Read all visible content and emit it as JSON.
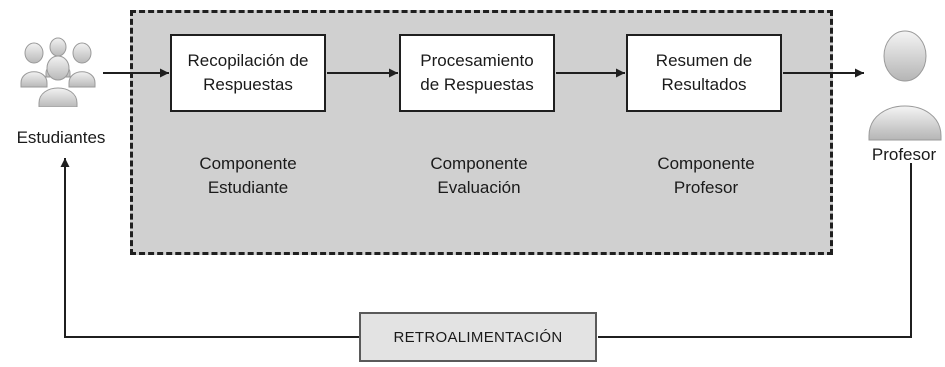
{
  "actors": {
    "students_label": "Estudiantes",
    "students_icon": "group-of-people-icon",
    "teacher_label": "Profesor",
    "teacher_icon": "person-icon"
  },
  "process_steps": [
    {
      "line1": "Recopilación de",
      "line2": "Respuestas"
    },
    {
      "line1": "Procesamiento",
      "line2": "de Respuestas"
    },
    {
      "line1": "Resumen de",
      "line2": "Resultados"
    }
  ],
  "components": [
    {
      "line1": "Componente",
      "line2": "Estudiante"
    },
    {
      "line1": "Componente",
      "line2": "Evaluación"
    },
    {
      "line1": "Componente",
      "line2": "Profesor"
    }
  ],
  "feedback_label": "RETROALIMENTACIÓN",
  "colors": {
    "region_fill": "#d0d0d0",
    "region_border": "#1f1f1f",
    "box_fill": "#ffffff",
    "feedback_fill": "#e3e3e3",
    "line": "#1f1f1f"
  }
}
